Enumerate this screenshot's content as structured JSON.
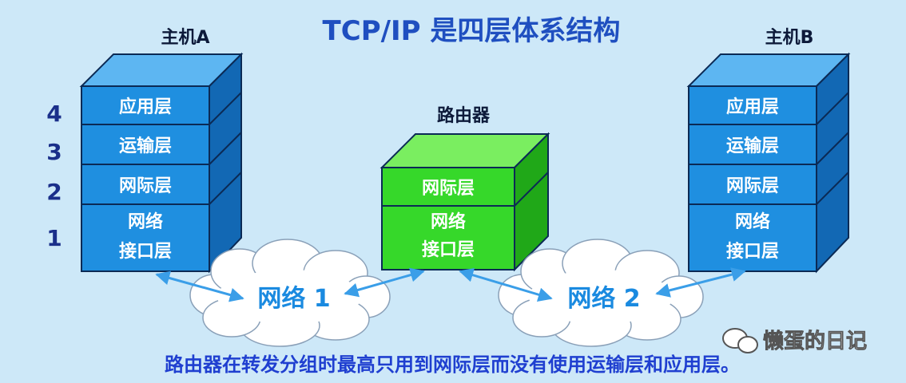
{
  "title": "TCP/IP 是四层体系结构",
  "host_a": {
    "label": "主机A",
    "layers": [
      "应用层",
      "运输层",
      "网际层"
    ],
    "netif_line1": "网络",
    "netif_line2": "接口层"
  },
  "host_b": {
    "label": "主机B",
    "layers": [
      "应用层",
      "运输层",
      "网际层"
    ],
    "netif_line1": "网络",
    "netif_line2": "接口层"
  },
  "router": {
    "label": "路由器",
    "layer": "网际层",
    "netif_line1": "网络",
    "netif_line2": "接口层"
  },
  "layer_numbers": [
    "4",
    "3",
    "2",
    "1"
  ],
  "networks": [
    "网络 1",
    "网络 2"
  ],
  "footer": "路由器在转发分组时最高只用到网际层而没有使用运输层和应用层。",
  "watermark": "懒蛋的日记",
  "colors": {
    "background": "#cde8f8",
    "host_front": "#1f8fe0",
    "host_top": "#5db6f2",
    "host_side": "#1268b4",
    "router_front": "#36d82a",
    "router_top": "#7aee60",
    "router_side": "#20a818",
    "title_text": "#1f4fc0",
    "footer_text": "#1f3fd0",
    "arrow": "#3a9ee8"
  }
}
